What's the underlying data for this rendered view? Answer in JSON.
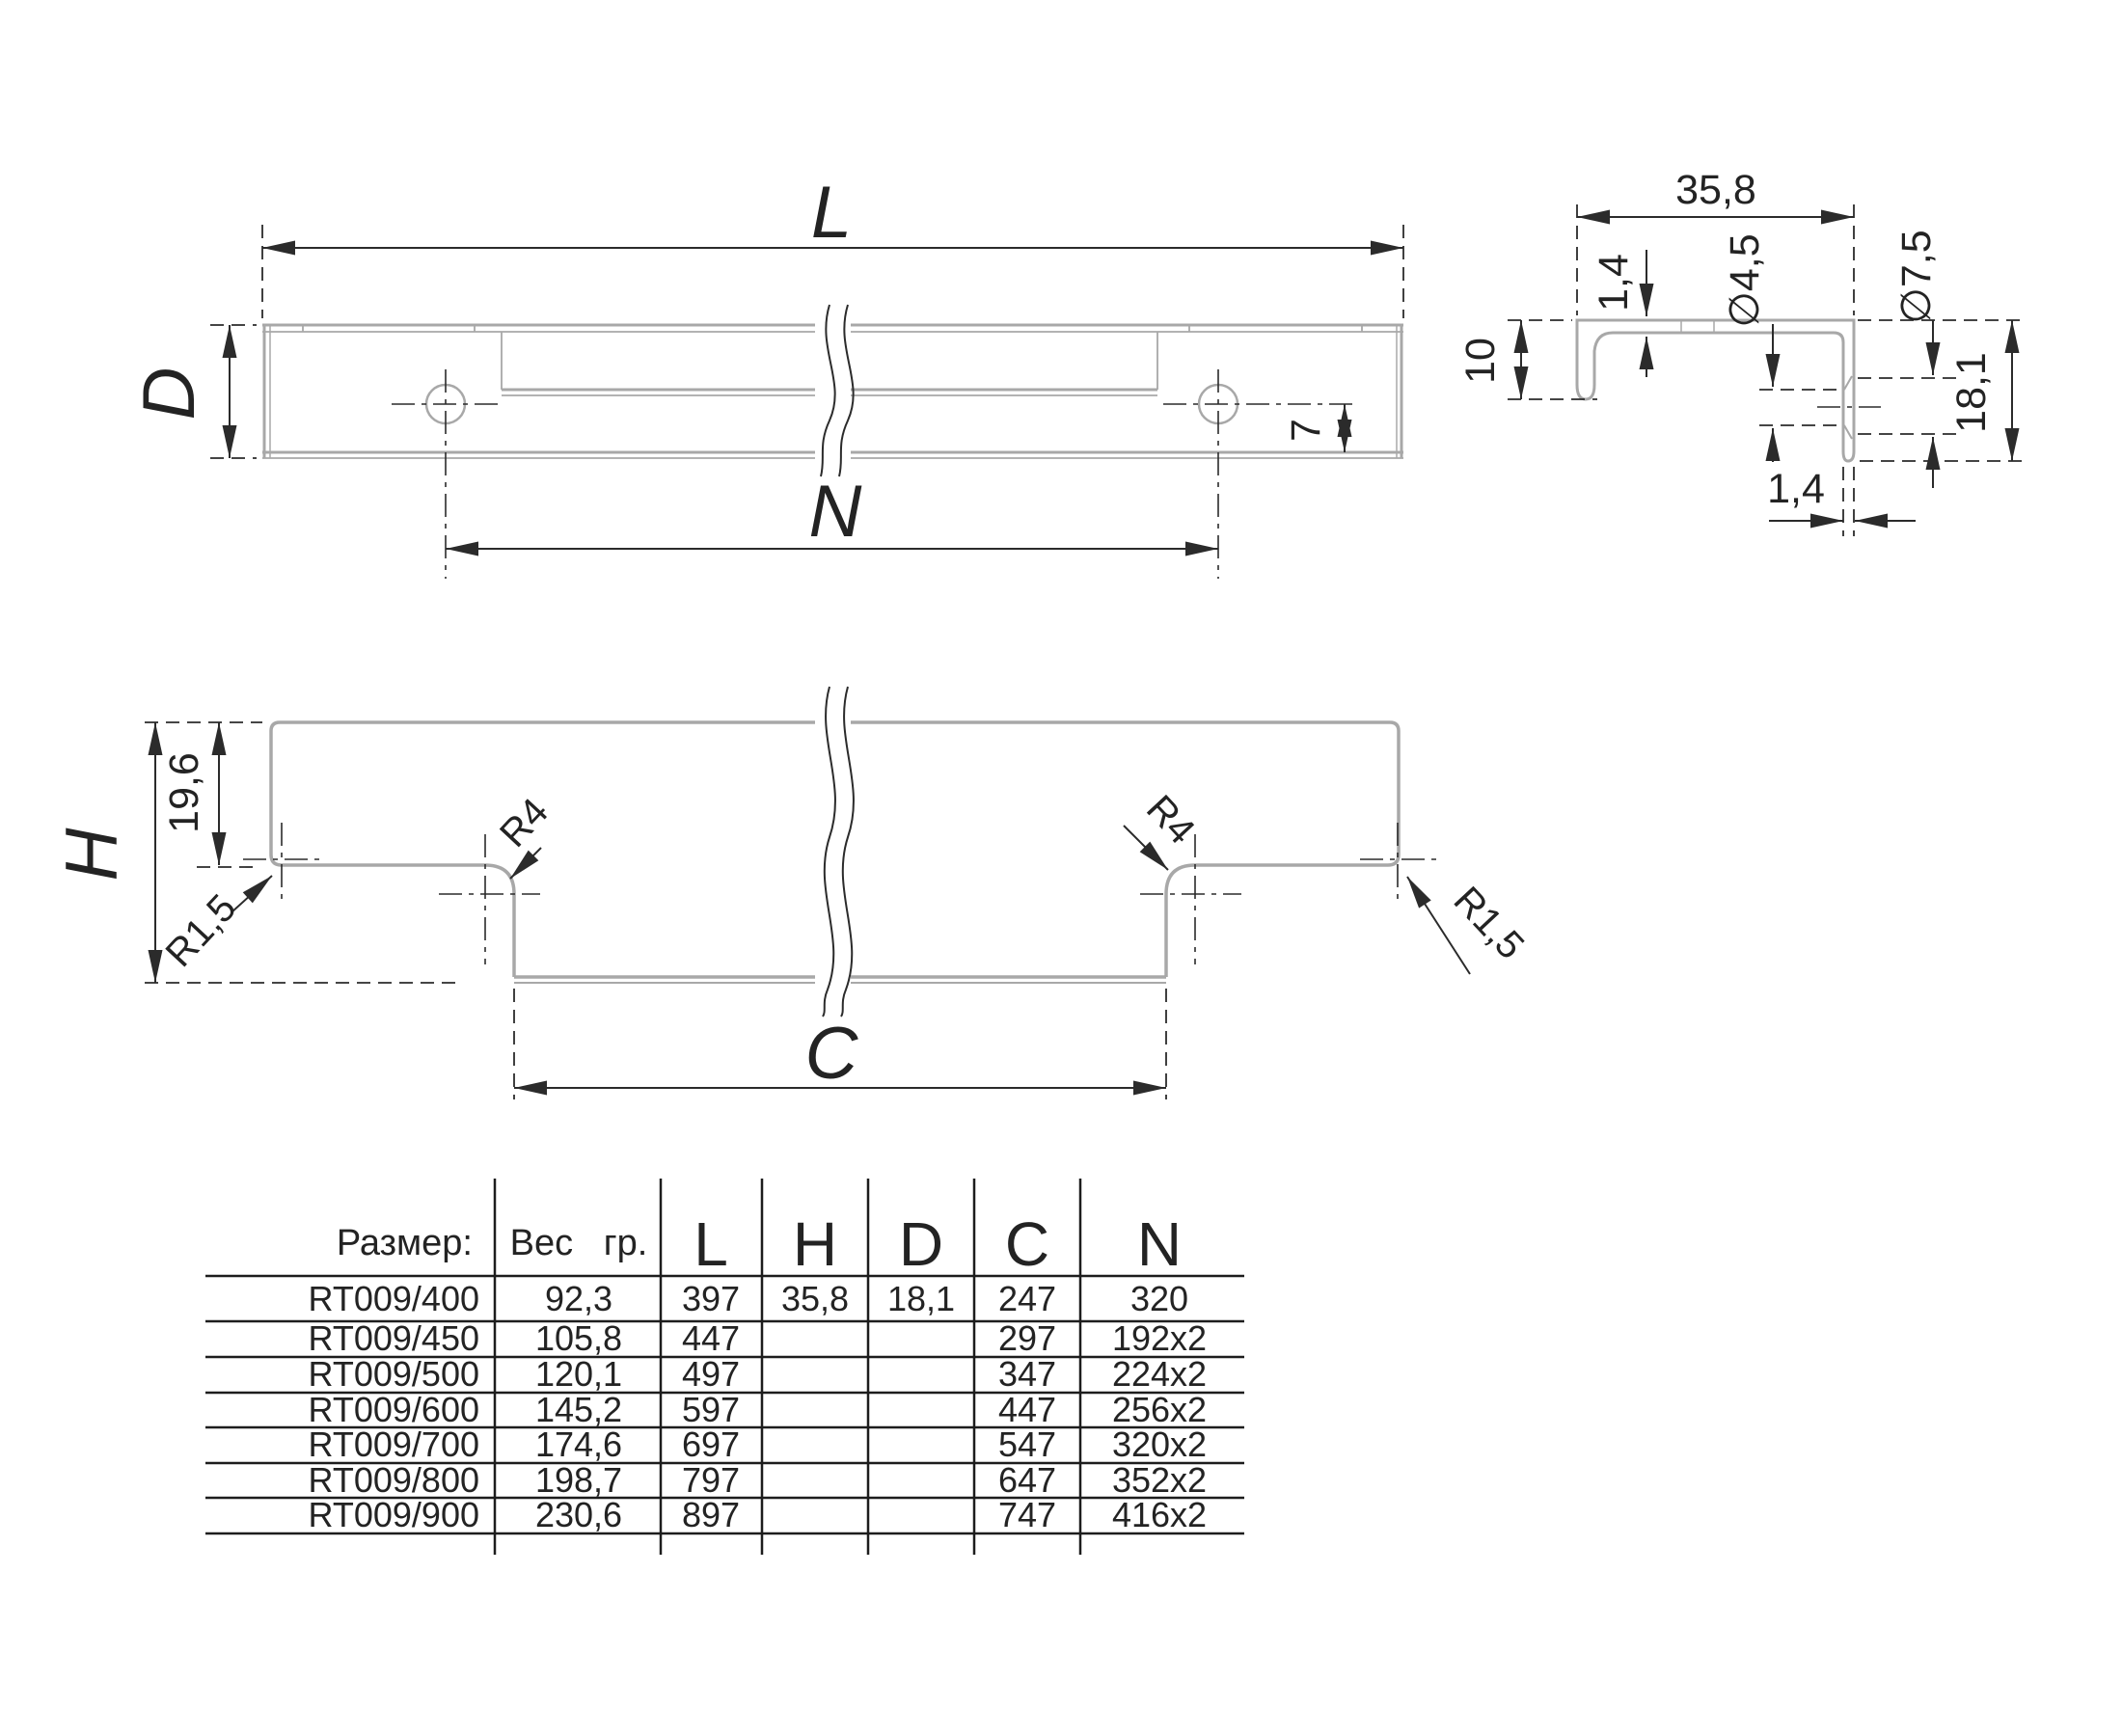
{
  "colors": {
    "background": "#ffffff",
    "part_line": "#a8a8a8",
    "dimension_line": "#2b2b2b",
    "table_line": "#1d1d1d"
  },
  "plan_view": {
    "length_label": "L",
    "depth_label": "D",
    "holes_span_label": "N",
    "hole_edge_offset": "7"
  },
  "profile_view": {
    "width": "35,8",
    "flange_thickness": "1,4",
    "lip_height": "10",
    "screw_hole_dia": "∅4,5",
    "head_hole_dia": "∅7,5",
    "leg_height": "18,1",
    "leg_thickness": "1,4"
  },
  "front_view": {
    "height_label": "H",
    "end_depth": "19,6",
    "radius_small_left": "R1,5",
    "radius_large_left": "R4",
    "radius_large_right": "R4",
    "radius_small_right": "R1,5",
    "cutout_label": "C"
  },
  "table": {
    "size_header": "Размер:",
    "weight_header": "Вес   гр.",
    "dim_headers": [
      "L",
      "H",
      "D",
      "C",
      "N"
    ],
    "rows": [
      {
        "size": "RT009/400",
        "weight": "92,3",
        "l": "397",
        "h": "35,8",
        "d": "18,1",
        "c": "247",
        "n": "320"
      },
      {
        "size": "RT009/450",
        "weight": "105,8",
        "l": "447",
        "h": "",
        "d": "",
        "c": "297",
        "n": "192x2"
      },
      {
        "size": "RT009/500",
        "weight": "120,1",
        "l": "497",
        "h": "",
        "d": "",
        "c": "347",
        "n": "224x2"
      },
      {
        "size": "RT009/600",
        "weight": "145,2",
        "l": "597",
        "h": "",
        "d": "",
        "c": "447",
        "n": "256x2"
      },
      {
        "size": "RT009/700",
        "weight": "174,6",
        "l": "697",
        "h": "",
        "d": "",
        "c": "547",
        "n": "320x2"
      },
      {
        "size": "RT009/800",
        "weight": "198,7",
        "l": "797",
        "h": "",
        "d": "",
        "c": "647",
        "n": "352x2"
      },
      {
        "size": "RT009/900",
        "weight": "230,6",
        "l": "897",
        "h": "",
        "d": "",
        "c": "747",
        "n": "416x2"
      }
    ]
  }
}
